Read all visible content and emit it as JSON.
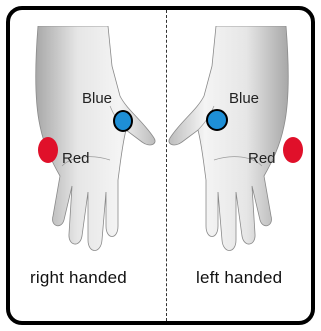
{
  "captions": {
    "right": "right handed",
    "left": "left handed"
  },
  "markers": {
    "blue": {
      "label": "Blue",
      "color": "#1e8fd6"
    },
    "red": {
      "label": "Red",
      "color": "#e0102a"
    }
  },
  "colors": {
    "skin_light": "#f2f2f2",
    "skin_mid": "#cfcfcf",
    "skin_dark": "#9a9a9a",
    "frame": "#000000"
  }
}
